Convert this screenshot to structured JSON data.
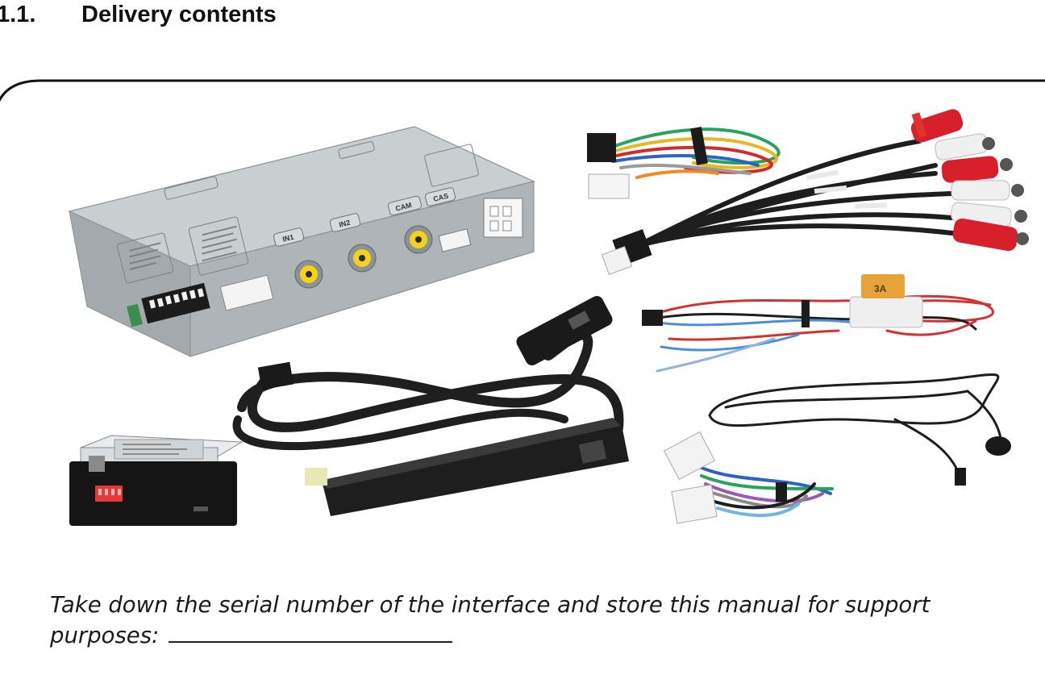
{
  "section": {
    "number": "1.1.",
    "title": "Delivery contents"
  },
  "figure": {
    "items": [
      "interface-box",
      "can-module",
      "main-power-cable",
      "usb-cable",
      "power-harness",
      "audio-rca-harness",
      "fuse-harness",
      "gps-antenna",
      "connector-harness"
    ],
    "labels": {
      "ports": [
        "IN1",
        "IN2",
        "CAM",
        "CAS"
      ],
      "fuse": "3A"
    },
    "colors": {
      "box_silver": "#b6bcc0",
      "rca_yellow": "#f2d21a",
      "rca_red": "#d8202b",
      "rca_white": "#f0f0f0",
      "cable_black": "#1f1f1f",
      "fuse_orange": "#e8a23a",
      "switch_red": "#e03a3a"
    }
  },
  "note": {
    "text": "Take down the serial number of the interface and store this manual for support purposes:"
  }
}
